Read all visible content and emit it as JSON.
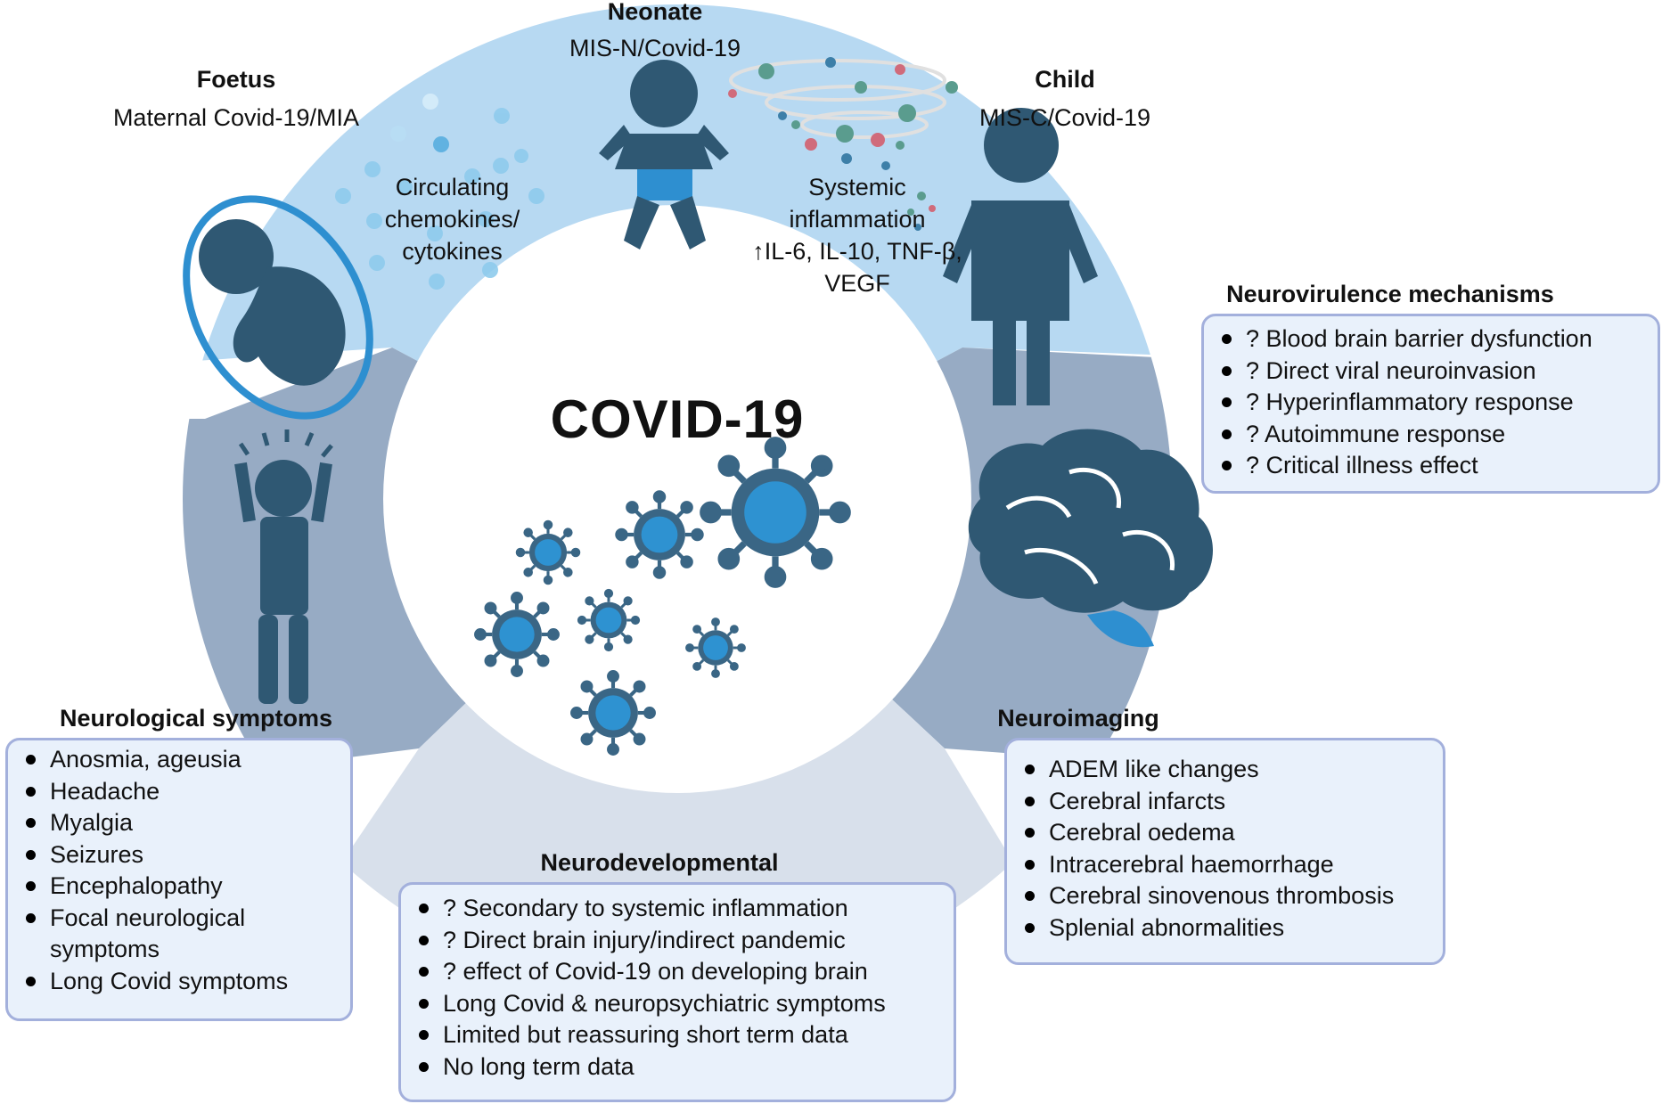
{
  "center": {
    "title": "COVID-19"
  },
  "stages": {
    "neonate": {
      "heading": "Neonate",
      "sub": "MIS-N/Covid-19"
    },
    "foetus": {
      "heading": "Foetus",
      "sub": "Maternal Covid-19/MIA"
    },
    "child": {
      "heading": "Child",
      "sub": "MIS-C/Covid-19"
    }
  },
  "labels": {
    "chemokines": [
      "Circulating",
      "chemokines/",
      "cytokines"
    ],
    "inflammation": [
      "Systemic",
      "inflammation",
      "↑IL-6, IL-10, TNF-β,",
      "VEGF"
    ]
  },
  "boxes": {
    "neurovirulence": {
      "heading": "Neurovirulence mechanisms",
      "items": [
        "? Blood brain barrier dysfunction",
        "? Direct viral neuroinvasion",
        "? Hyperinflammatory response",
        "? Autoimmune response",
        "? Critical illness effect"
      ]
    },
    "neurological": {
      "heading": "Neurological symptoms",
      "items": [
        "Anosmia, ageusia",
        "Headache",
        "Myalgia",
        "Seizures",
        "Encephalopathy",
        "Focal neurological symptoms",
        "Long Covid symptoms"
      ]
    },
    "neurodevelopmental": {
      "heading": "Neurodevelopmental",
      "items": [
        "? Secondary to systemic inflammation",
        "? Direct brain injury/indirect pandemic",
        "? effect of Covid-19 on developing brain",
        "Long Covid & neuropsychiatric symptoms",
        "Limited but reassuring short term data",
        "No long term data"
      ]
    },
    "neuroimaging": {
      "heading": "Neuroimaging",
      "items": [
        "ADEM like changes",
        "Cerebral infarcts",
        "Cerebral oedema",
        "Intracerebral haemorrhage",
        "Cerebral sinovenous thrombosis",
        "Splenial abnormalities"
      ]
    }
  },
  "colors": {
    "top_segment": "#b7d9f2",
    "side_segments": "#97abc4",
    "bottom_segment": "#d8e0eb",
    "icon_dark": "#2f5873",
    "icon_blue": "#2f8dcc",
    "box_fill": "#e9f1fb",
    "box_border": "#a3b0dc"
  },
  "icons": [
    "foetus-icon",
    "baby-icon",
    "child-icon",
    "headache-person-icon",
    "brain-icon",
    "virus-icon",
    "particle-icon",
    "swirl-icon"
  ]
}
